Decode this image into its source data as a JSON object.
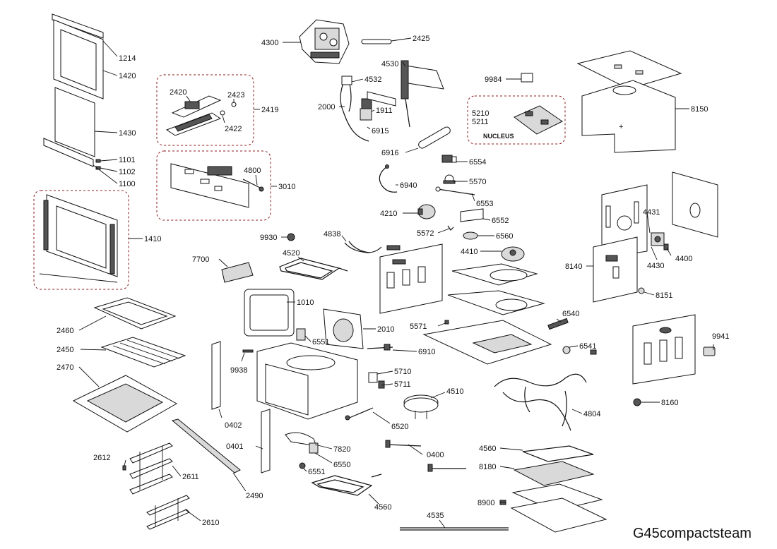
{
  "model_name": "G45compactsteam",
  "group_caption": "NUCLEUS",
  "part_labels": {
    "p1214": "1214",
    "p1420": "1420",
    "p1430": "1430",
    "p1101": "1101",
    "p1102": "1102",
    "p1100": "1100",
    "p1410": "1410",
    "p2420": "2420",
    "p2423": "2423",
    "p2419": "2419",
    "p2422": "2422",
    "p4800": "4800",
    "p3010": "3010",
    "p4300": "4300",
    "p2425": "2425",
    "p4530": "4530",
    "p4532": "4532",
    "p2000": "2000",
    "p1911": "1911",
    "p6915": "6915",
    "p9984": "9984",
    "p5210": "5210",
    "p5211": "5211",
    "p8150": "8150",
    "p6916": "6916",
    "p6554": "6554",
    "p6940": "6940",
    "p5570": "5570",
    "p6553": "6553",
    "p4210": "4210",
    "p6552": "6552",
    "p5572": "5572",
    "p6560": "6560",
    "p9930": "9930",
    "p4838": "4838",
    "p4520": "4520",
    "p4410": "4410",
    "p4431": "4431",
    "p4430": "4430",
    "p4400": "4400",
    "p8140": "8140",
    "p8151": "8151",
    "p7700": "7700",
    "p1010": "1010",
    "p2460": "2460",
    "p2450": "2450",
    "p2470": "2470",
    "p2010": "2010",
    "p6551a": "6551",
    "p5571": "5571",
    "p6540": "6540",
    "p6910": "6910",
    "p6541": "6541",
    "p9941": "9941",
    "p9938": "9938",
    "p5710": "5710",
    "p5711": "5711",
    "p4510": "4510",
    "p0402": "0402",
    "p6520": "6520",
    "p4804": "4804",
    "p8160": "8160",
    "p0401": "0401",
    "p7820": "7820",
    "p6550": "6550",
    "p6551b": "6551",
    "p0400": "0400",
    "p4560a": "4560",
    "p2612": "2612",
    "p2611": "2611",
    "p2490": "2490",
    "p8180": "8180",
    "p4560b": "4560",
    "p8900": "8900",
    "p2610": "2610",
    "p4535": "4535"
  }
}
